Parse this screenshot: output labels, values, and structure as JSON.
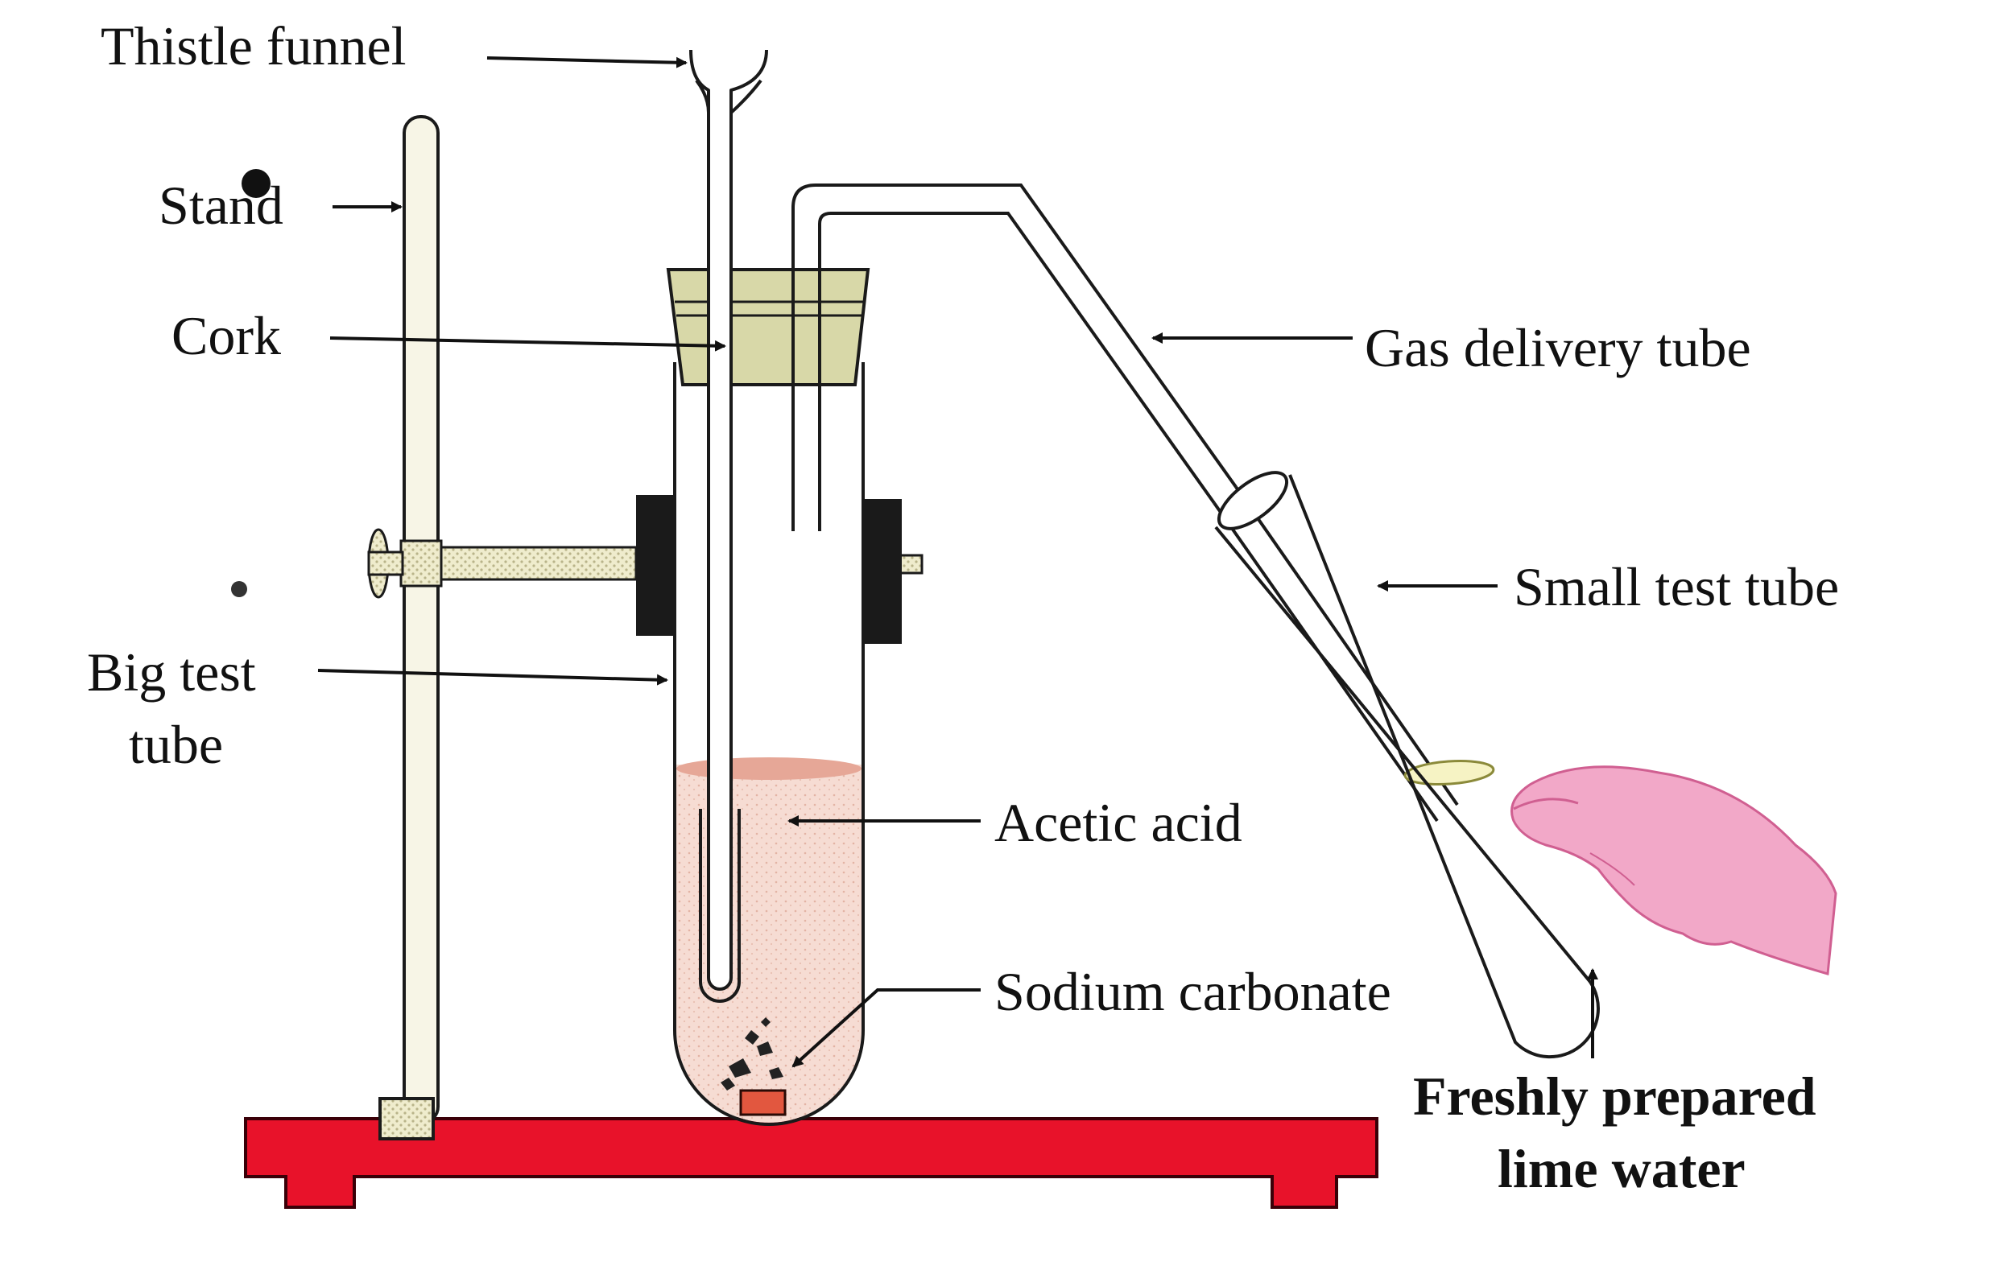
{
  "labels": {
    "thistle_funnel": "Thistle funnel",
    "stand": "Stand",
    "cork": "Cork",
    "big_test_tube_line1": "Big test",
    "big_test_tube_line2": "tube",
    "gas_delivery_tube": "Gas delivery tube",
    "small_test_tube": "Small test tube",
    "acetic_acid": "Acetic acid",
    "sodium_carbonate": "Sodium carbonate",
    "lime_water_line1": "Freshly prepared",
    "lime_water_line2": "lime water"
  },
  "colors": {
    "base": "#e8122a",
    "cork": "#d8d8a8",
    "clamp": "#1a1a1a",
    "liquid": "#f3cfc5",
    "liquid_surface": "#e8a596",
    "rod": "#f7f5e6",
    "hand": "#f2a8c8"
  }
}
